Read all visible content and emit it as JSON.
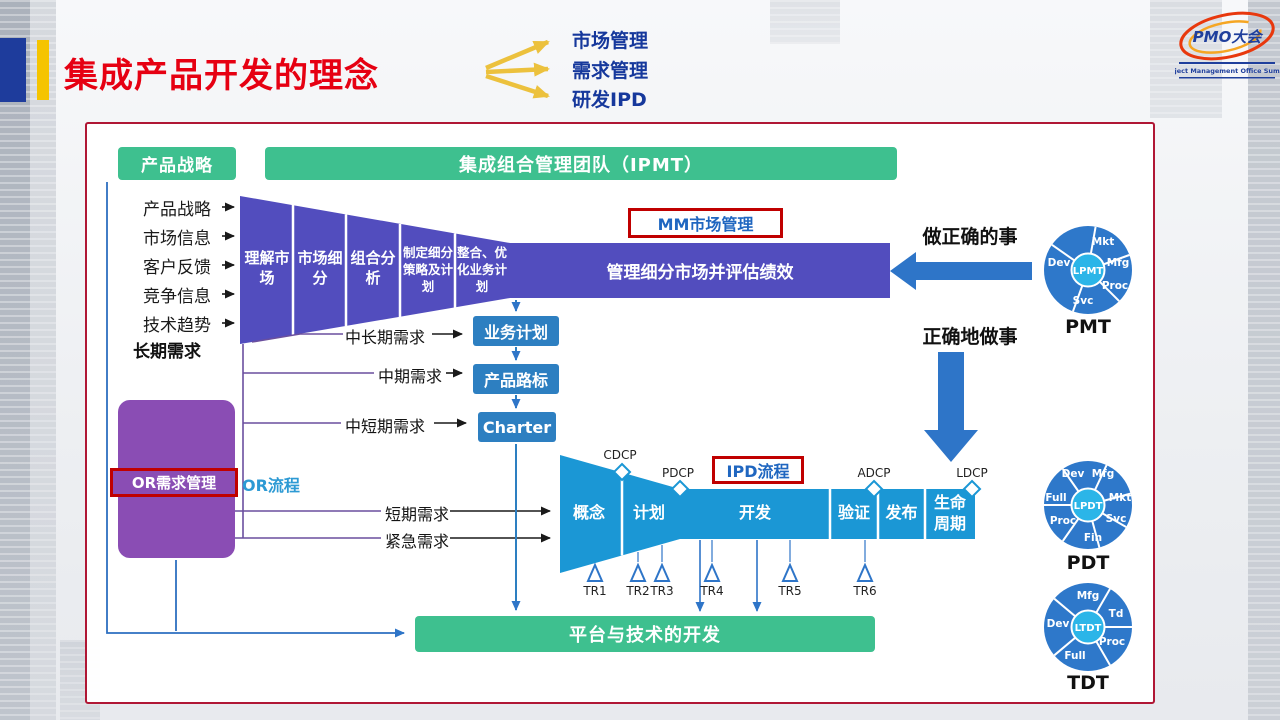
{
  "header": {
    "title": "集成产品开发的理念",
    "bullets": [
      "市场管理",
      "需求管理",
      "研发IPD"
    ],
    "logo_title": "PMO大会",
    "logo_subtitle": "Project Management Office Summit"
  },
  "colors": {
    "title_red": "#e60012",
    "accent_blue": "#1e3c9c",
    "accent_yellow": "#f5c400",
    "green": "#3ec08f",
    "funnel_purple": "#524dbe",
    "or_violet": "#8a4db4",
    "plan_blue": "#2d7fc1",
    "ipd_cyan": "#1b97d5",
    "big_arrow_blue": "#2e75c8",
    "red_frame": "#c00000",
    "panel_border": "#b01735"
  },
  "diagram": {
    "product_strategy": "产品战略",
    "ipmt_bar": "集成组合管理团队（IPMT）",
    "inputs": [
      "产品战略",
      "市场信息",
      "客户反馈",
      "竞争信息",
      "技术趋势"
    ],
    "long_term_label": "长期需求",
    "funnel_stages": [
      "理解市场",
      "市场细分",
      "组合分析",
      "制定细分策略及计划",
      "整合、优化业务计划"
    ],
    "mm_label": "MM市场管理",
    "manage_bar": "管理细分市场并评估绩效",
    "do_right_thing": "做正确的事",
    "do_thing_right": "正确地做事",
    "plans": [
      "业务计划",
      "产品路标",
      "Charter"
    ],
    "demands": [
      "中长期需求",
      "中期需求",
      "中短期需求",
      "短期需求",
      "紧急需求"
    ],
    "or_box_label": "OR需求管理",
    "or_process_label": "OR流程",
    "ipd_label": "IPD流程",
    "phases": [
      "概念",
      "计划",
      "开发",
      "验证",
      "发布",
      "生命周期"
    ],
    "dcps": [
      "CDCP",
      "PDCP",
      "ADCP",
      "LDCP"
    ],
    "trs": [
      "TR1",
      "TR2",
      "TR3",
      "TR4",
      "TR5",
      "TR6"
    ],
    "platform_bar": "平台与技术的开发",
    "teams": [
      {
        "name": "PMT",
        "center": "LPMT",
        "labels": [
          "Mkt",
          "Mfg",
          "Proc",
          "Svc",
          "Dev"
        ]
      },
      {
        "name": "PDT",
        "center": "LPDT",
        "labels": [
          "Dev",
          "Mfg",
          "Mkt",
          "Svc",
          "Fin",
          "Proc",
          "Full"
        ]
      },
      {
        "name": "TDT",
        "center": "LTDT",
        "labels": [
          "Mfg",
          "Td",
          "Proc",
          "Full",
          "Dev"
        ]
      }
    ]
  }
}
